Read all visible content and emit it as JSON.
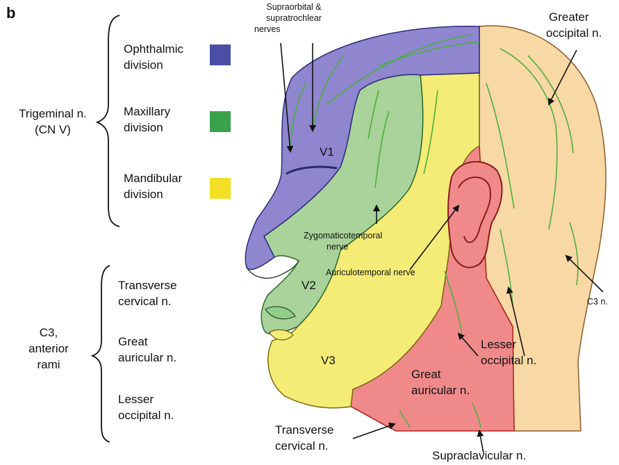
{
  "panel_letter": "b",
  "legend": {
    "group1": {
      "title_line1": "Trigeminal n.",
      "title_line2": "(CN V)",
      "items": [
        {
          "line1": "Ophthalmic",
          "line2": "division",
          "color": "#4a4ea6"
        },
        {
          "line1": "Maxillary",
          "line2": "division",
          "color": "#3aa24a"
        },
        {
          "line1": "Mandibular",
          "line2": "division",
          "color": "#f2e024"
        }
      ]
    },
    "group2": {
      "title_line1": "C3,",
      "title_line2": "anterior",
      "title_line3": "rami",
      "items": [
        {
          "line1": "Transverse",
          "line2": "cervical n."
        },
        {
          "line1": "Great",
          "line2": "auricular n."
        },
        {
          "line1": "Lesser",
          "line2": "occipital n."
        }
      ]
    }
  },
  "regions": {
    "ophthalmic": "#8f86cf",
    "maxillary": "#a9d39a",
    "mandibular": "#f4ec76",
    "cervical": "#f08a8a",
    "occipital": "#f8d8a4"
  },
  "annotations": {
    "supraorbital": {
      "line1": "Supraorbital &",
      "line2": "supratrochlear",
      "line3": "nerves"
    },
    "greater_occipital": {
      "line1": "Greater",
      "line2": "occipital n."
    },
    "v1": "V1",
    "v2": "V2",
    "v3": "V3",
    "zygomaticotemporal": {
      "line1": "Zygomaticotemporal",
      "line2": "nerve"
    },
    "auriculotemporal": "Auriculotemporal nerve",
    "c3": "C3 n.",
    "lesser_occipital": {
      "line1": "Lesser",
      "line2": "occipital n."
    },
    "great_auricular": {
      "line1": "Great",
      "line2": "auricular n."
    },
    "transverse_cervical": {
      "line1": "Transverse",
      "line2": "cervical n."
    },
    "supraclavicular": "Supraclavicular n."
  }
}
